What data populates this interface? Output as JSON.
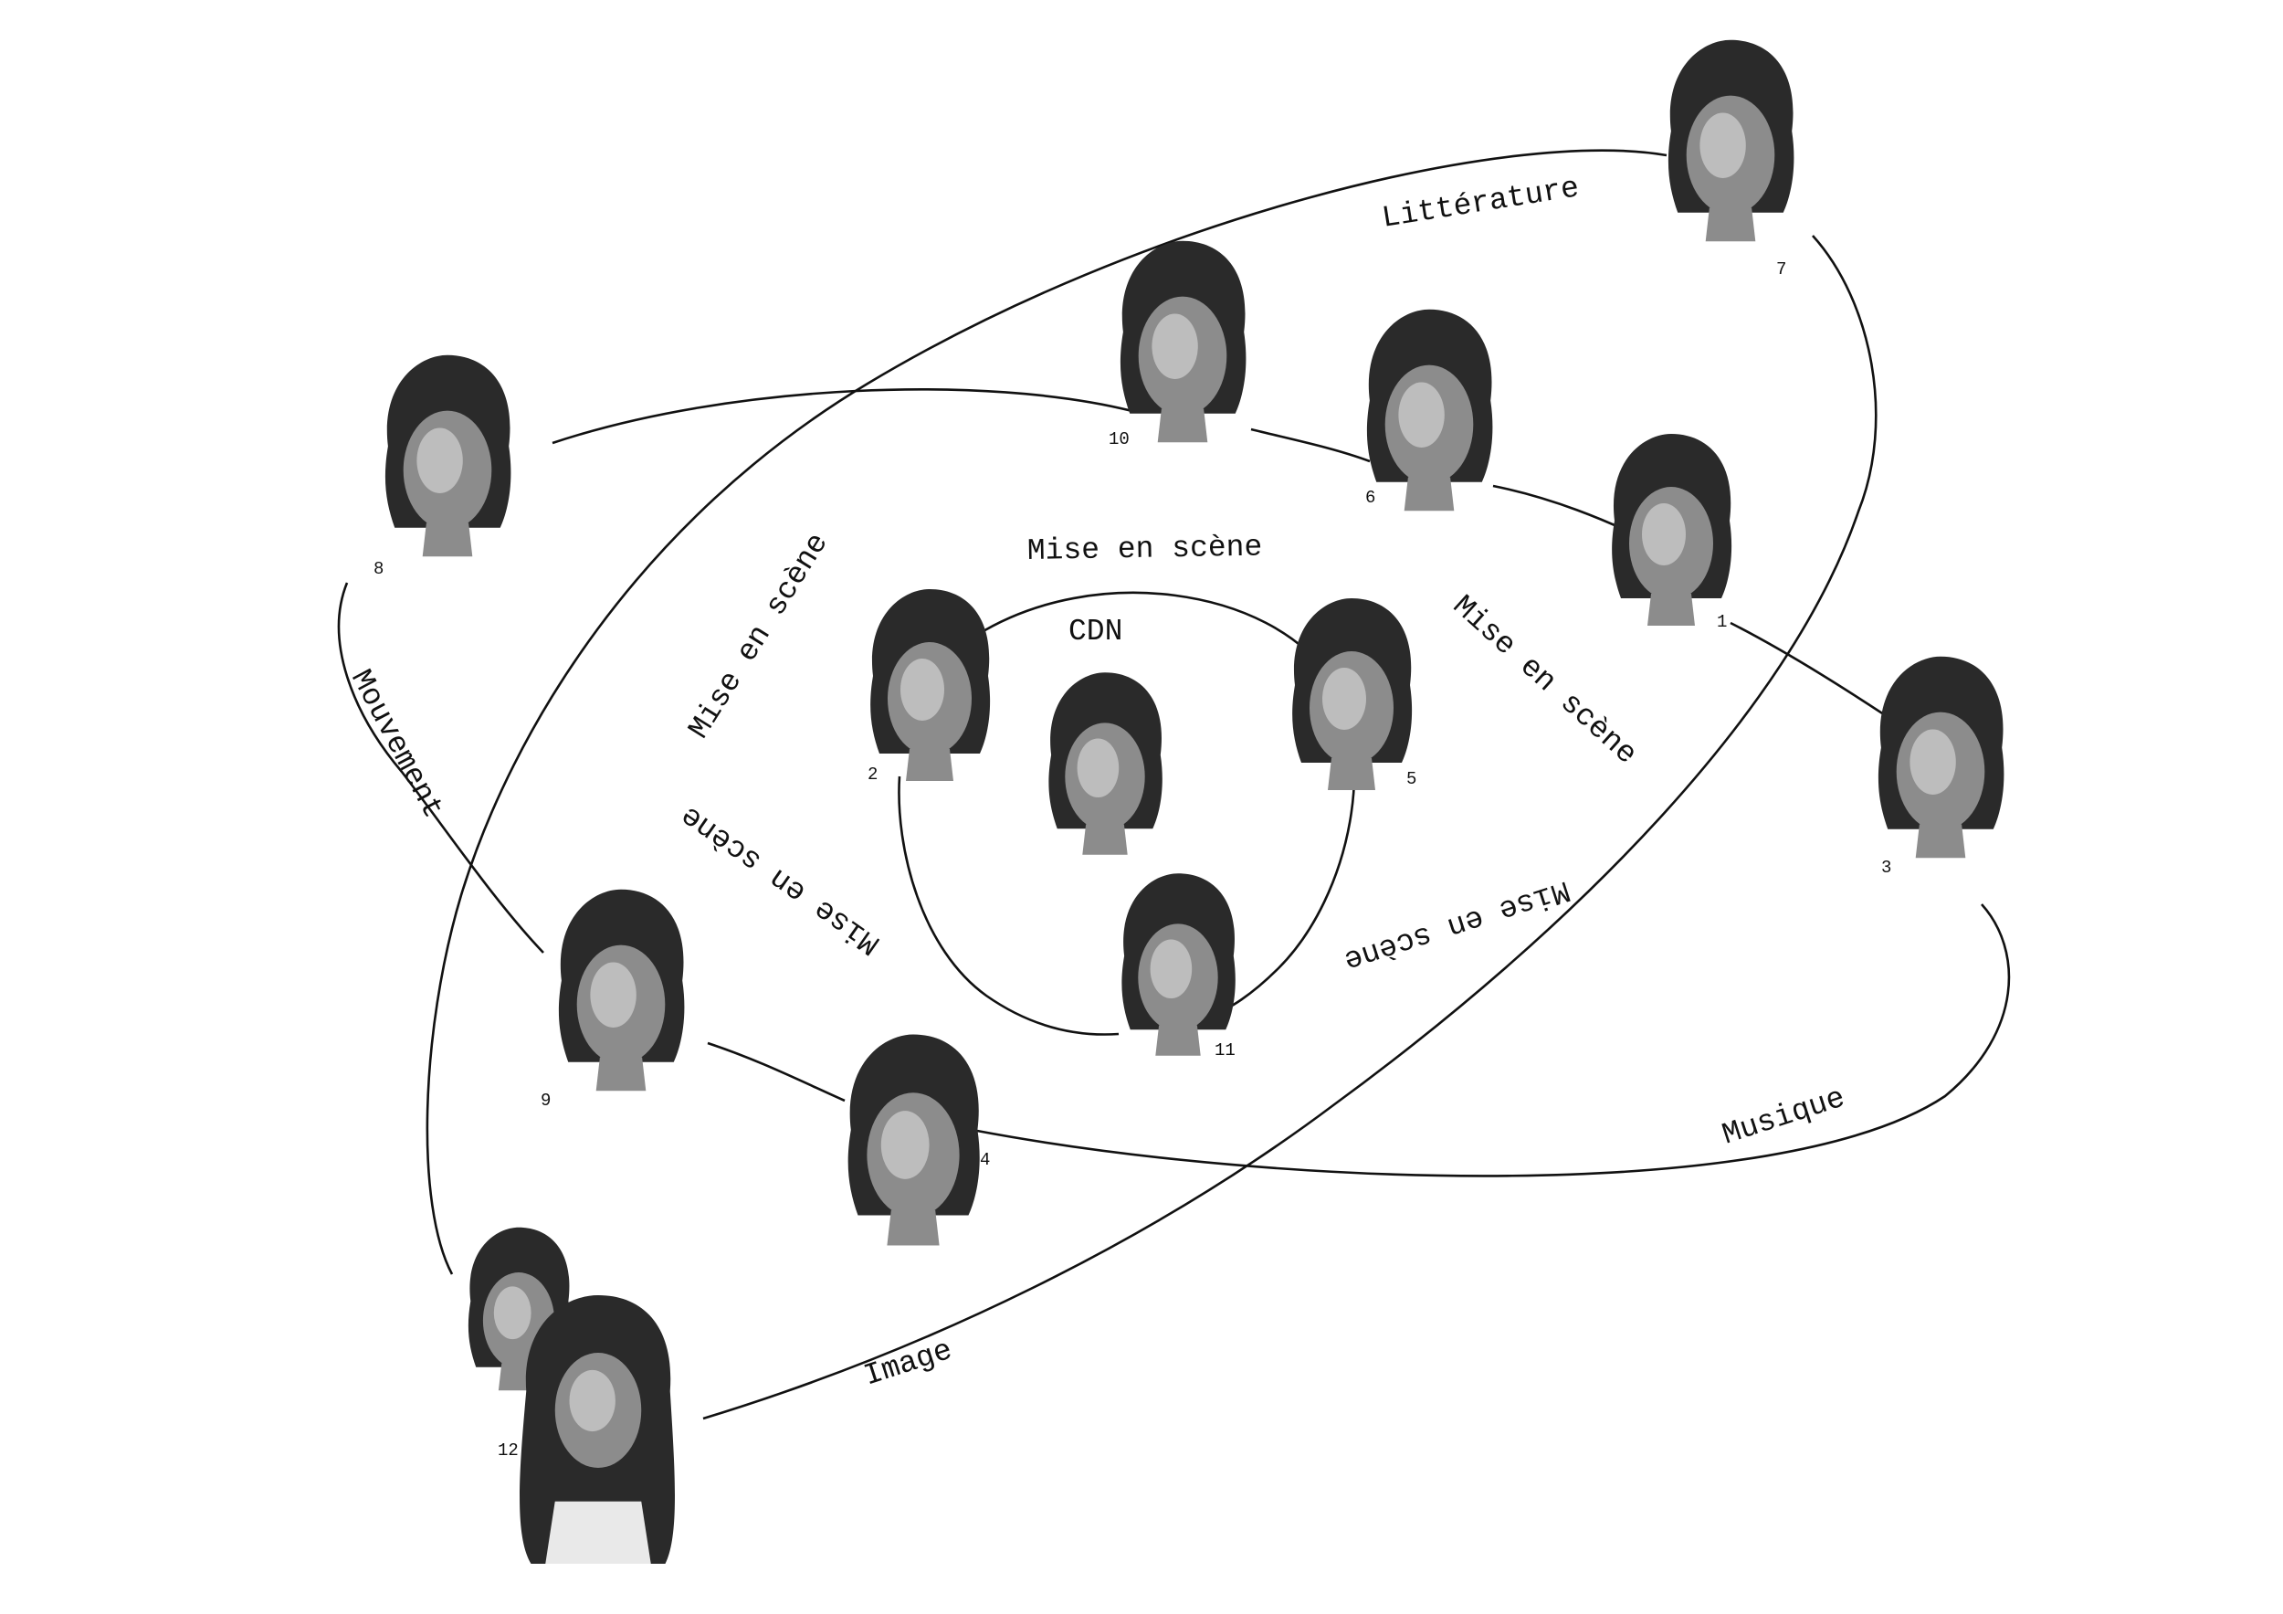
{
  "center_label": "CDN",
  "discipline_labels": {
    "mise_en_scene_top": "Mise en scène",
    "mise_en_scene_left": "Mise en scène",
    "mise_en_scene_right": "Mise en scène",
    "mise_en_scene_bottom_left": "Mise en scène",
    "mise_en_scene_bottom_right": "Mise en scène",
    "litterature": "Littérature",
    "mouvement": "Mouvement",
    "musique": "Musique",
    "image": "Image"
  },
  "people": [
    {
      "number": "1"
    },
    {
      "number": "2"
    },
    {
      "number": "3"
    },
    {
      "number": "4"
    },
    {
      "number": "5"
    },
    {
      "number": "6"
    },
    {
      "number": "7"
    },
    {
      "number": "8"
    },
    {
      "number": "9"
    },
    {
      "number": "10"
    },
    {
      "number": "11"
    },
    {
      "number": "12"
    }
  ]
}
